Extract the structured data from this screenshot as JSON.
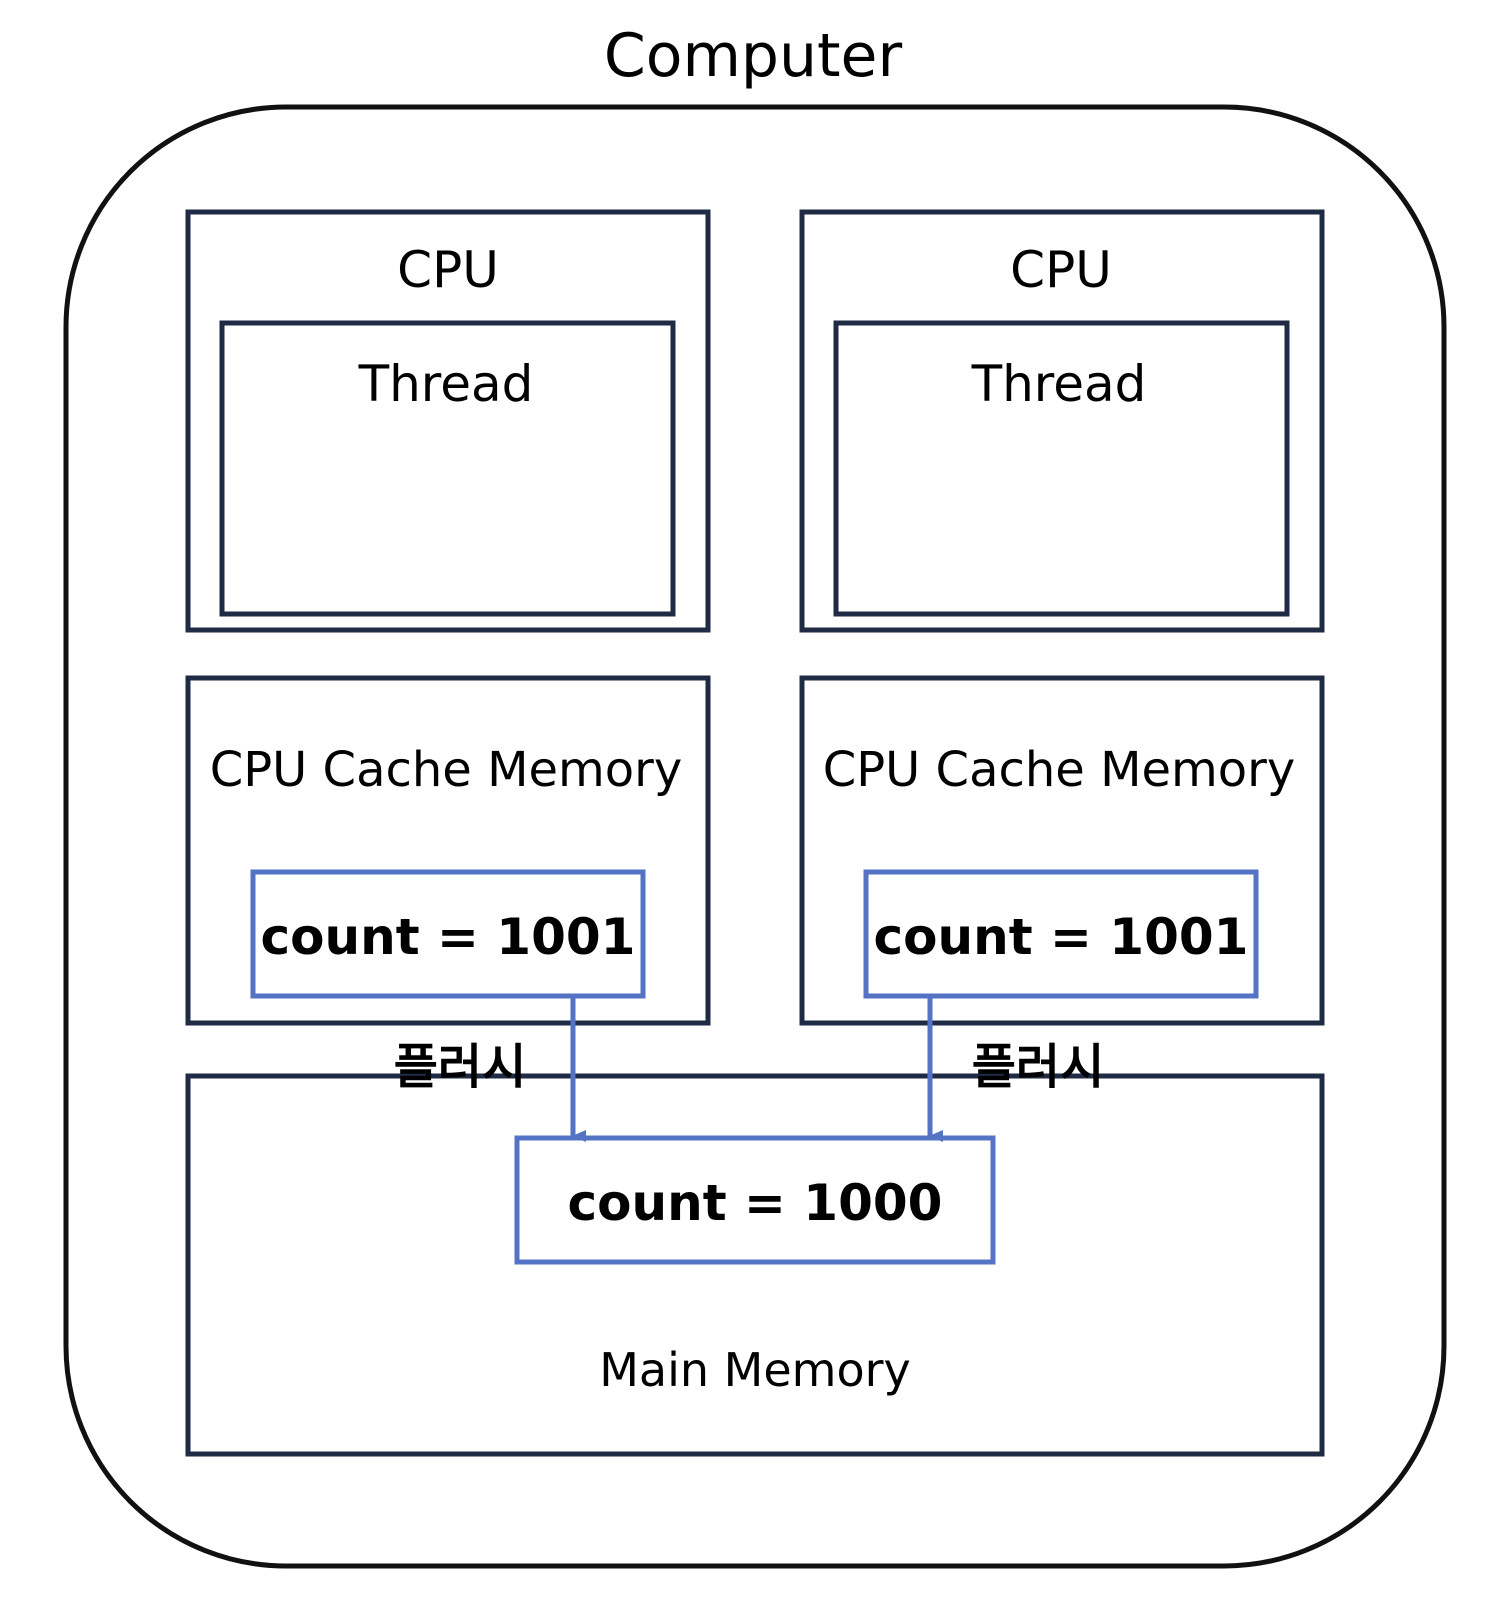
{
  "title": "Computer",
  "cpus": [
    {
      "cpu_label": "CPU",
      "thread_label": "Thread",
      "cache_label": "CPU Cache Memory",
      "cache_value": "count = 1001",
      "flush_label": "플러시"
    },
    {
      "cpu_label": "CPU",
      "thread_label": "Thread",
      "cache_label": "CPU Cache Memory",
      "cache_value": "count = 1001",
      "flush_label": "플러시"
    }
  ],
  "main_memory": {
    "label": "Main Memory",
    "value": "count = 1000"
  },
  "colors": {
    "outer_border": "#111111",
    "box_border": "#1f2a44",
    "value_border": "#5473c4",
    "arrow": "#5473c4"
  }
}
